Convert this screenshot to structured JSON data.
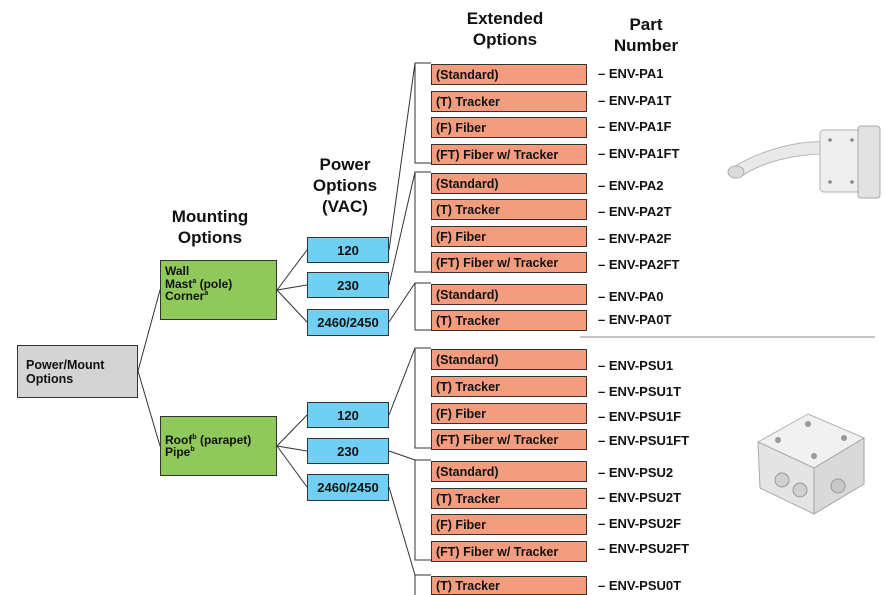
{
  "headers": {
    "extended_l1": "Extended",
    "extended_l2": "Options",
    "part_l1": "Part",
    "part_l2": "Number",
    "power_l1": "Power",
    "power_l2": "Options",
    "power_l3": "(VAC)",
    "mounting_l1": "Mounting",
    "mounting_l2": "Options"
  },
  "root": {
    "line1": "Power/Mount",
    "line2": "Options"
  },
  "mount_wall": {
    "l1": "Wall",
    "l2a": "Mast",
    "l2sup": "a",
    "l2b": " (pole)",
    "l3": "Corner",
    "l3sup": "a"
  },
  "mount_roof": {
    "l1a": "Roof",
    "l1sup": "b",
    "l1b": " (parapet)",
    "l2": "Pipe",
    "l2sup": "b"
  },
  "power": {
    "v120": "120",
    "v230": "230",
    "v2460": "2460/2450"
  },
  "options": [
    "(Standard)",
    "(T) Tracker",
    "(F) Fiber",
    "(FT) Fiber w/ Tracker",
    "(Standard)",
    "(T) Tracker",
    "(F) Fiber",
    "(FT) Fiber w/ Tracker",
    "(Standard)",
    "(T) Tracker",
    "(Standard)",
    "(T) Tracker",
    "(F) Fiber",
    "(FT) Fiber w/ Tracker",
    "(Standard)",
    "(T) Tracker",
    "(F) Fiber",
    "(FT) Fiber w/ Tracker",
    "(T) Tracker"
  ],
  "parts": [
    "– ENV-PA1",
    "– ENV-PA1T",
    "– ENV-PA1F",
    "– ENV-PA1FT",
    "– ENV-PA2",
    "– ENV-PA2T",
    "– ENV-PA2F",
    "– ENV-PA2FT",
    "– ENV-PA0",
    "– ENV-PA0T",
    "– ENV-PSU1",
    "– ENV-PSU1T",
    "– ENV-PSU1F",
    "– ENV-PSU1FT",
    "– ENV-PSU2",
    "– ENV-PSU2T",
    "– ENV-PSU2F",
    "– ENV-PSU2FT",
    "– ENV-PSU0T"
  ],
  "colors": {
    "root": "#d4d4d4",
    "mount": "#8fc95b",
    "power": "#6fd0f4",
    "option": "#f49c7e"
  }
}
